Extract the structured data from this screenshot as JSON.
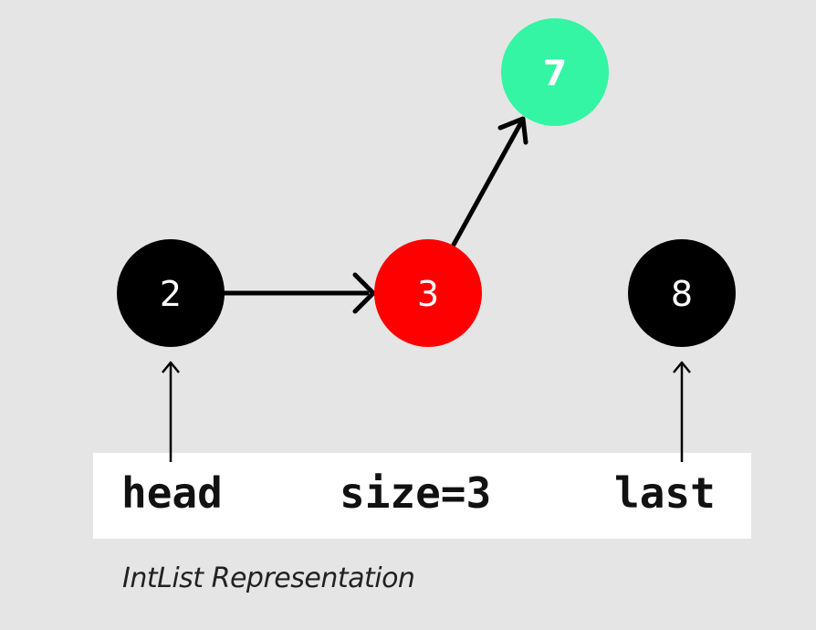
{
  "nodes": [
    {
      "id": "n2",
      "label": "2",
      "color": "#000000"
    },
    {
      "id": "n3",
      "label": "3",
      "color": "#ff0000"
    },
    {
      "id": "n7",
      "label": "7",
      "color": "#33f5a3"
    },
    {
      "id": "n8",
      "label": "8",
      "color": "#000000"
    }
  ],
  "edges": [
    {
      "from": "2",
      "to": "3"
    },
    {
      "from": "3",
      "to": "7"
    }
  ],
  "pointers": {
    "head": "head",
    "size": "size=3",
    "last": "last"
  },
  "caption": "IntList Representation",
  "colors": {
    "background": "#e5e5e5",
    "panel": "#ffffff",
    "black_node": "#000000",
    "red_node": "#ff0000",
    "green_node": "#33f5a3"
  }
}
